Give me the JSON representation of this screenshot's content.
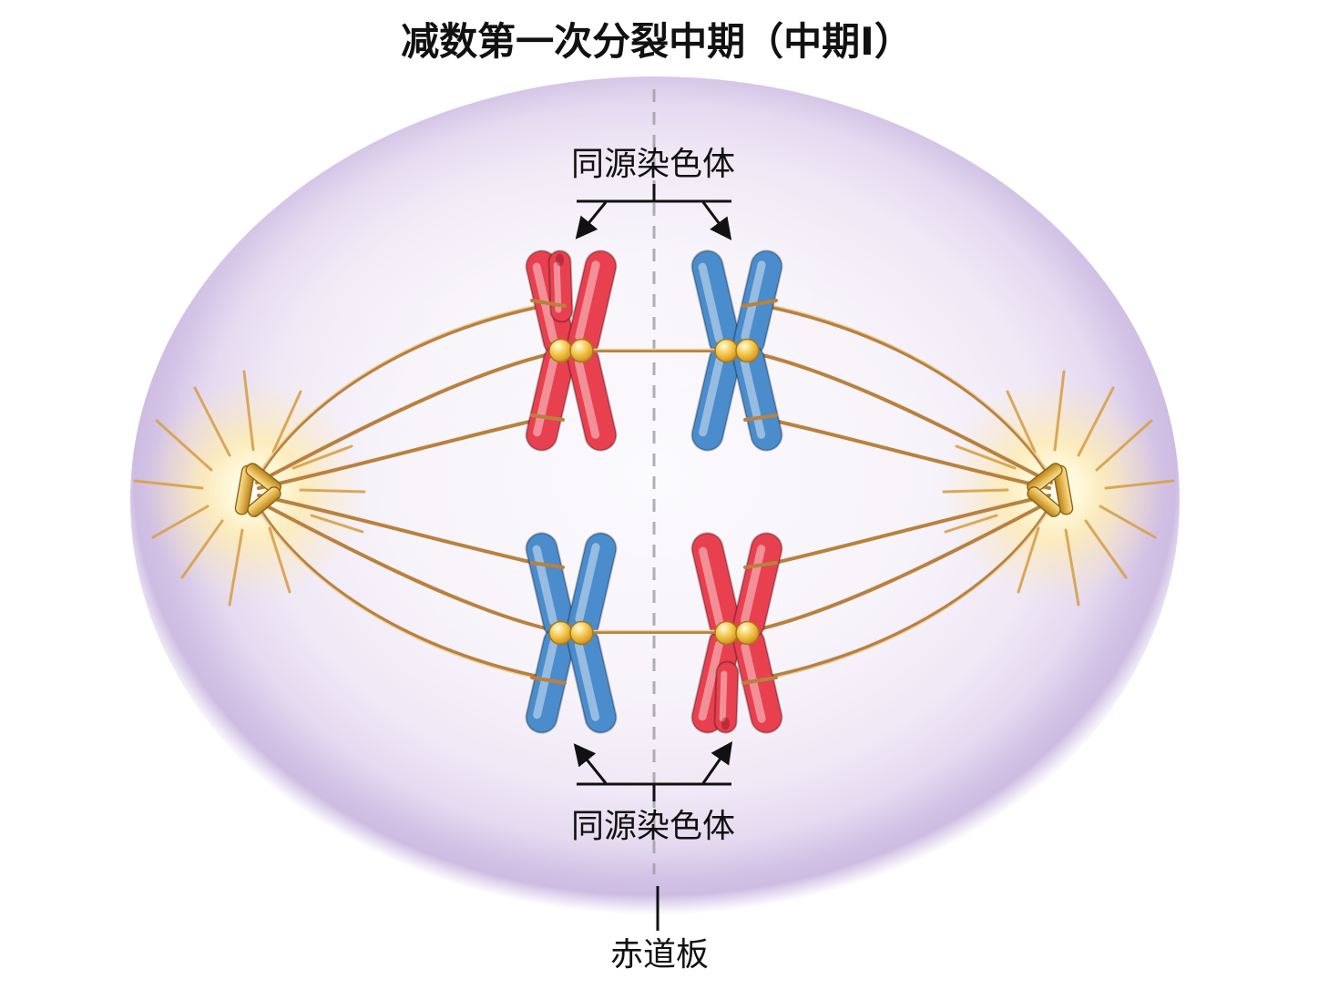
{
  "title": "减数第一次分裂中期（中期Ⅰ）",
  "labels": {
    "homologous_top": "同源染色体",
    "homologous_bottom": "同源染色体",
    "equatorial_plate": "赤道板"
  },
  "diagram": {
    "bivalents": [
      {
        "position": "top-left",
        "color": "#e8404f",
        "color_name": "red",
        "has_small_lobe": true
      },
      {
        "position": "top-right",
        "color": "#4a8ccc",
        "color_name": "blue",
        "has_small_lobe": false
      },
      {
        "position": "bottom-left",
        "color": "#4a8ccc",
        "color_name": "blue",
        "has_small_lobe": false
      },
      {
        "position": "bottom-right",
        "color": "#e8404f",
        "color_name": "red",
        "has_small_lobe": true
      }
    ],
    "spindle_pole_count": 2,
    "centromeres_per_bivalent": 2,
    "palette": {
      "red_chromosome": "#e8404f",
      "blue_chromosome": "#4a8ccc",
      "centromere_gold": "#f0c245",
      "spindle_fiber": "#b9813f",
      "pole_glow": "#fff3c8",
      "cell_rim": "#cfc0e4",
      "cell_fill": "#f7f3fa",
      "dashed_line": "#9d9da5",
      "text": "#111111"
    }
  }
}
